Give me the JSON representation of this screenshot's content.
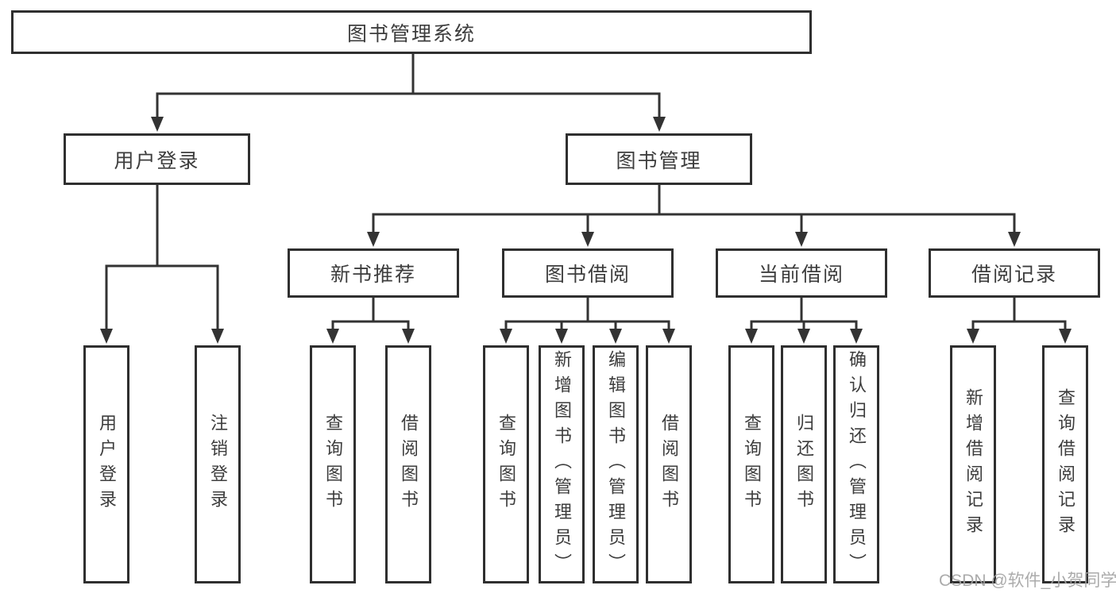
{
  "diagram": {
    "root": {
      "label": "图书管理系统"
    },
    "level2": [
      {
        "label": "用户登录"
      },
      {
        "label": "图书管理"
      }
    ],
    "level3": [
      {
        "label": "新书推荐"
      },
      {
        "label": "图书借阅"
      },
      {
        "label": "当前借阅"
      },
      {
        "label": "借阅记录"
      }
    ],
    "leaves": [
      {
        "label": "用户登录"
      },
      {
        "label": "注销登录"
      },
      {
        "label": "查询图书"
      },
      {
        "label": "借阅图书"
      },
      {
        "label": "查询图书"
      },
      {
        "label": "新增图书（管理员）"
      },
      {
        "label": "编辑图书（管理员）"
      },
      {
        "label": "借阅图书"
      },
      {
        "label": "查询图书"
      },
      {
        "label": "归还图书"
      },
      {
        "label": "确认归还（管理员）"
      },
      {
        "label": "新增借阅记录"
      },
      {
        "label": "查询借阅记录"
      }
    ]
  },
  "watermark": {
    "text": "CSDN @软件_小贺同学"
  },
  "colors": {
    "line": "#333333",
    "box_border": "#2f2f2f",
    "text": "#3d3d3d",
    "watermark_text": "#a3a3a3",
    "background": "#ffffff"
  }
}
